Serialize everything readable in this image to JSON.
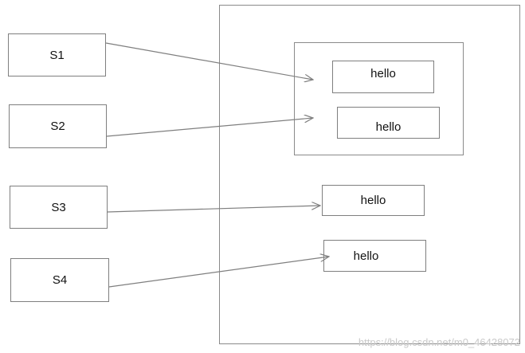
{
  "sources": [
    {
      "id": "s1",
      "label": "S1"
    },
    {
      "id": "s2",
      "label": "S2"
    },
    {
      "id": "s3",
      "label": "S3"
    },
    {
      "id": "s4",
      "label": "S4"
    }
  ],
  "targets": [
    {
      "id": "t1",
      "label": "hello"
    },
    {
      "id": "t2",
      "label": "hello"
    },
    {
      "id": "t3",
      "label": "hello"
    },
    {
      "id": "t4",
      "label": "hello"
    }
  ],
  "edges": [
    {
      "from": "s1",
      "to": "t1"
    },
    {
      "from": "s2",
      "to": "t2"
    },
    {
      "from": "s3",
      "to": "t3"
    },
    {
      "from": "s4",
      "to": "t4"
    }
  ],
  "watermark": "https://blog.csdn.net/m0_46428072",
  "colors": {
    "stroke": "#7f7f7f",
    "text": "#111111",
    "watermark": "#c9c9c9"
  }
}
